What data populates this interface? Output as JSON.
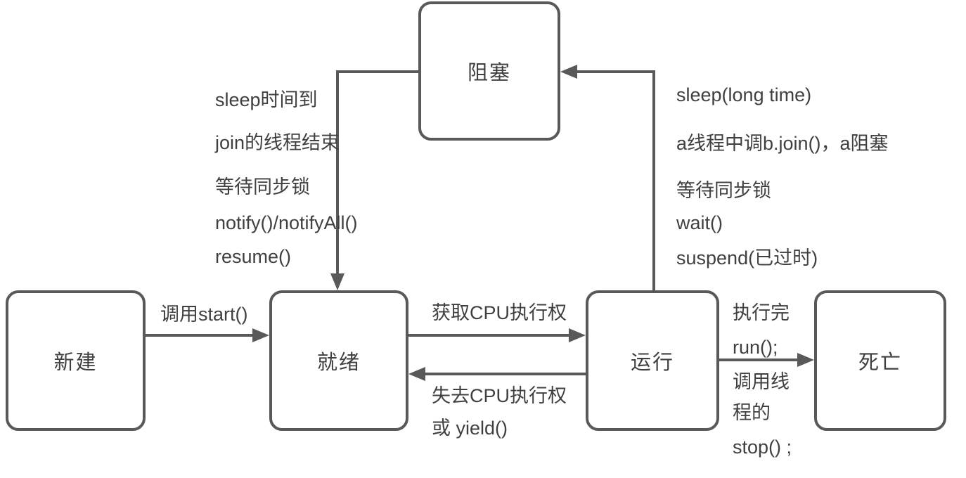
{
  "diagram": {
    "colors": {
      "line": "#595959",
      "text": "#404040",
      "background": "#ffffff"
    },
    "nodes": {
      "blocked": {
        "label": "阻塞"
      },
      "new": {
        "label": "新建"
      },
      "ready": {
        "label": "就绪"
      },
      "running": {
        "label": "运行"
      },
      "dead": {
        "label": "死亡"
      }
    },
    "edges": {
      "new_to_ready": {
        "label": "调用start()"
      },
      "ready_to_running": {
        "label": "获取CPU执行权"
      },
      "running_to_ready": {
        "lines": [
          "失去CPU执行权",
          "或 yield()"
        ]
      },
      "running_to_dead": {
        "lines": [
          "执行完",
          "run();",
          "调用线",
          "程的",
          "stop() ;"
        ]
      },
      "blocked_to_ready": {
        "lines": [
          "sleep时间到",
          "join的线程结束",
          "等待同步锁",
          "notify()/notifyAll()",
          "resume()"
        ]
      },
      "running_to_blocked": {
        "lines": [
          "sleep(long time)",
          "a线程中调b.join()，a阻塞",
          "等待同步锁",
          "wait()",
          "suspend(已过时)"
        ]
      }
    }
  }
}
